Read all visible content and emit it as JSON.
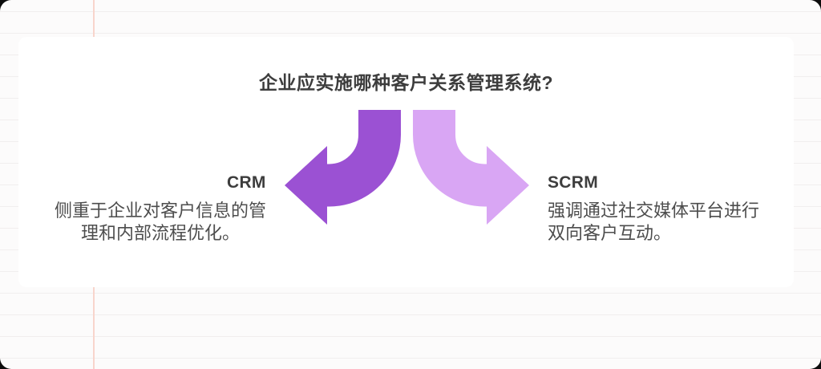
{
  "page": {
    "title": "企业应实施哪种客户关系管理系统?"
  },
  "branches": {
    "left": {
      "label": "CRM",
      "desc_lines": [
        "侧重于企业对客户信息的管",
        "理和内部流程优化。"
      ]
    },
    "right": {
      "label": "SCRM",
      "desc_lines": [
        "强调通过社交媒体平台进行",
        "双向客户互动。"
      ]
    }
  },
  "colors": {
    "left_arrow": "#9b51d3",
    "right_arrow": "#d9a6f4",
    "title_text": "#3d3d3d",
    "body_text": "#4d4d4d",
    "card_bg": "#ffffff",
    "canvas_bg": "#fcfbfb",
    "grid_line": "#f1eeee",
    "margin_line": "#f8d5cc"
  }
}
